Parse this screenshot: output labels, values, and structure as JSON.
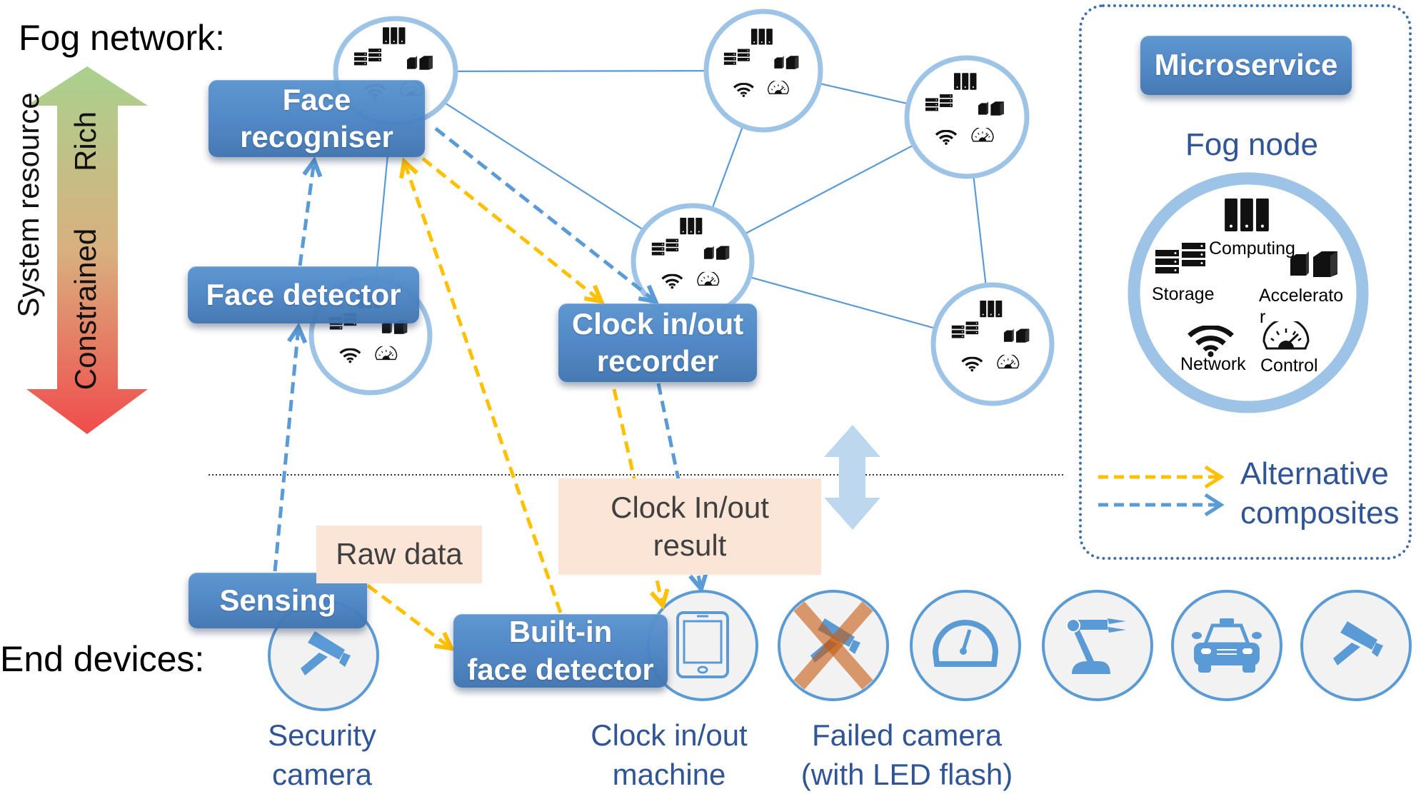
{
  "labels": {
    "fog_network": "Fog network:",
    "end_devices": "End devices:",
    "system_resource": "System resource",
    "rich": "Rich",
    "constrained": "Constrained"
  },
  "microservices": {
    "face_recogniser": [
      "Face",
      "recogniser"
    ],
    "face_detector": "Face detector",
    "clock_recorder": [
      "Clock in/out",
      "recorder"
    ],
    "sensing": "Sensing",
    "builtin_face_detector": [
      "Built-in",
      "face detector"
    ]
  },
  "data_boxes": {
    "raw_data": "Raw data",
    "clock_result": [
      "Clock In/out",
      "result"
    ]
  },
  "devices": [
    {
      "id": "security-camera",
      "icon": "security-camera-icon",
      "label": [
        "Security",
        "camera"
      ]
    },
    {
      "id": "clock-machine",
      "icon": "tablet-icon",
      "label": [
        "Clock in/out",
        "machine"
      ]
    },
    {
      "id": "failed-camera",
      "icon": "failed-camera-icon",
      "label": [
        "Failed camera",
        "(with LED flash)"
      ]
    },
    {
      "id": "gauge",
      "icon": "speedometer-icon",
      "label": []
    },
    {
      "id": "robot-arm",
      "icon": "robot-arm-icon",
      "label": []
    },
    {
      "id": "car",
      "icon": "taxi-icon",
      "label": []
    },
    {
      "id": "camera-2",
      "icon": "security-camera-icon",
      "label": []
    }
  ],
  "fog_nodes": [
    {
      "id": "node-1",
      "resources": [
        "computing",
        "storage",
        "accelerator",
        "network",
        "control"
      ]
    },
    {
      "id": "node-2",
      "resources": [
        "computing",
        "storage",
        "accelerator",
        "network",
        "control"
      ]
    },
    {
      "id": "node-3",
      "resources": [
        "computing",
        "storage",
        "accelerator",
        "network",
        "control"
      ]
    },
    {
      "id": "node-4",
      "resources": [
        "computing",
        "storage",
        "accelerator",
        "network",
        "control"
      ]
    },
    {
      "id": "node-5",
      "resources": [
        "computing",
        "storage",
        "accelerator",
        "network",
        "control"
      ]
    },
    {
      "id": "node-6",
      "resources": [
        "computing",
        "storage",
        "accelerator",
        "network",
        "control"
      ]
    }
  ],
  "network_links": [
    [
      "node-1",
      "node-2"
    ],
    [
      "node-1",
      "node-4"
    ],
    [
      "node-1",
      "node-5"
    ],
    [
      "node-2",
      "node-4"
    ],
    [
      "node-2",
      "node-3"
    ],
    [
      "node-3",
      "node-4"
    ],
    [
      "node-3",
      "node-6"
    ],
    [
      "node-4",
      "node-6"
    ]
  ],
  "composites": {
    "yellow": [
      "Sensing -> Built-in face detector",
      "Built-in face detector -> Face recogniser",
      "Face recogniser -> Clock in/out recorder",
      "Clock in/out recorder -> Clock in/out machine"
    ],
    "blue": [
      "Sensing -> Face detector",
      "Face detector -> Face recogniser",
      "Face recogniser -> Clock in/out recorder",
      "Clock in/out recorder -> Clock in/out machine"
    ]
  },
  "legend": {
    "microservice": "Microservice",
    "fog_node": "Fog node",
    "computing": "Computing",
    "storage": "Storage",
    "accelerator_line1": "Accelerato",
    "accelerator_line2": "r",
    "network": "Network",
    "control": "Control",
    "alternative_line1": "Alternative",
    "alternative_line2": "composites"
  },
  "colors": {
    "microservice_blue": "#4a83c3",
    "node_ring": "#9dc3e6",
    "link_blue": "#5b9bd5",
    "alt_yellow": "#ffc000",
    "alt_blue": "#5b9bd5",
    "label_blue": "#2f5597",
    "data_box": "#fbe5d6",
    "device_fill": "#f2f2f2",
    "rich_green": "#a9d18e",
    "constrained_red": "#f04c4c"
  }
}
